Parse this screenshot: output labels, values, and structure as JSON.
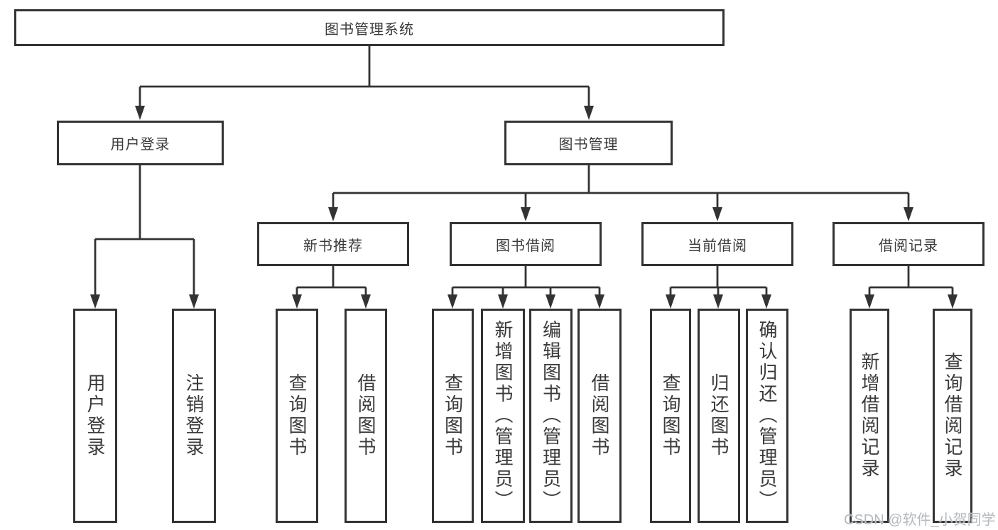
{
  "tree": {
    "label": "图书管理系统",
    "children": [
      {
        "label": "用户登录",
        "children": [
          {
            "label": "用户登录"
          },
          {
            "label": "注销登录"
          }
        ]
      },
      {
        "label": "图书管理",
        "children": [
          {
            "label": "新书推荐",
            "children": [
              {
                "label": "查询图书"
              },
              {
                "label": "借阅图书"
              }
            ]
          },
          {
            "label": "图书借阅",
            "children": [
              {
                "label": "查询图书"
              },
              {
                "label": "新增图书（管理员）"
              },
              {
                "label": "编辑图书（管理员）"
              },
              {
                "label": "借阅图书"
              }
            ]
          },
          {
            "label": "当前借阅",
            "children": [
              {
                "label": "查询图书"
              },
              {
                "label": "归还图书"
              },
              {
                "label": "确认归还（管理员）"
              }
            ]
          },
          {
            "label": "借阅记录",
            "children": [
              {
                "label": "新增借阅记录"
              },
              {
                "label": "查询借阅记录"
              }
            ]
          }
        ]
      }
    ]
  },
  "watermark": {
    "text": "CSDN @软件_小贺同学"
  },
  "colors": {
    "line": "#333333",
    "box_border": "#333333",
    "text": "#3a3a3a",
    "background": "#ffffff",
    "watermark": "#b4b9be"
  }
}
